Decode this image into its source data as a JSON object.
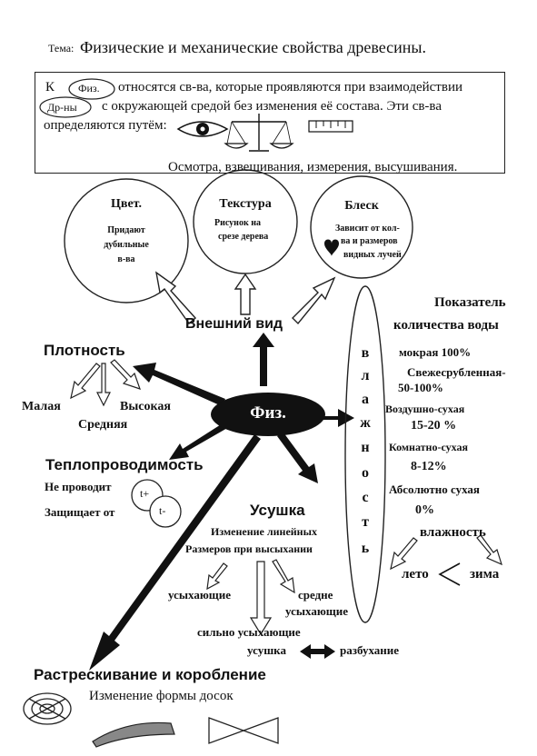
{
  "topic": {
    "label": "Тема:",
    "title": "Физические и механические свойства древесины."
  },
  "definition": {
    "k": "К",
    "fiz": "Физ.",
    "part1": "относятся  св-ва, которые проявляются при взаимодействии",
    "drny": "Др-ны",
    "part2": "с окружающей средой без изменения её состава.  Эти св-ва",
    "part3": "определяются путём:",
    "methods": "Осмотра, взвешивания, измерения, высушивания."
  },
  "appearance": {
    "label": "Внешний вид",
    "color": {
      "title": "Цвет.",
      "lines": [
        "Придают",
        "дубильные",
        "в-ва"
      ]
    },
    "texture": {
      "title": "Текстура",
      "lines": [
        "Рисунок на",
        "срезе дерева"
      ]
    },
    "gloss": {
      "title": "Блеск",
      "lines": [
        "Зависит от кол-",
        "ва и размеров",
        "видных лучей"
      ]
    }
  },
  "center": {
    "label": "Физ."
  },
  "density": {
    "label": "Плотность",
    "low": "Малая",
    "high": "Высокая",
    "medium": "Средняя"
  },
  "conductivity": {
    "label": "Теплопроводимость",
    "line1": "Не проводит",
    "line2": "Защищает от",
    "t_plus": "t+",
    "t_minus": "t-"
  },
  "shrinkage": {
    "label": "Усушка",
    "desc1": "Изменение  линейных",
    "desc2": "Размеров при высыхании",
    "drying": "усыхающие",
    "medium1": "средне",
    "medium2": "усыхающие",
    "strong": "сильно усыхающие",
    "shrink": "усушка",
    "swell": "разбухание"
  },
  "cracking": {
    "label": "Растрескивание и коробление",
    "desc": "Изменение формы досок"
  },
  "moisture": {
    "letters": [
      "в",
      "л",
      "а",
      "ж",
      "н",
      "о",
      "с",
      "т",
      "ь"
    ],
    "title1": "Показатель",
    "title2": "количества воды",
    "wet": "мокрая 100%",
    "fresh1": "Свежесрубленная-",
    "fresh2": "50-100%",
    "air": "Воздушно-сухая",
    "air_val": "15-20 %",
    "room": "Комнатно-сухая",
    "room_val": "8-12%",
    "abs": "Абсолютно сухая",
    "abs_val": "0%",
    "humidity": "влажность",
    "summer": "лето",
    "winter": "зима"
  }
}
